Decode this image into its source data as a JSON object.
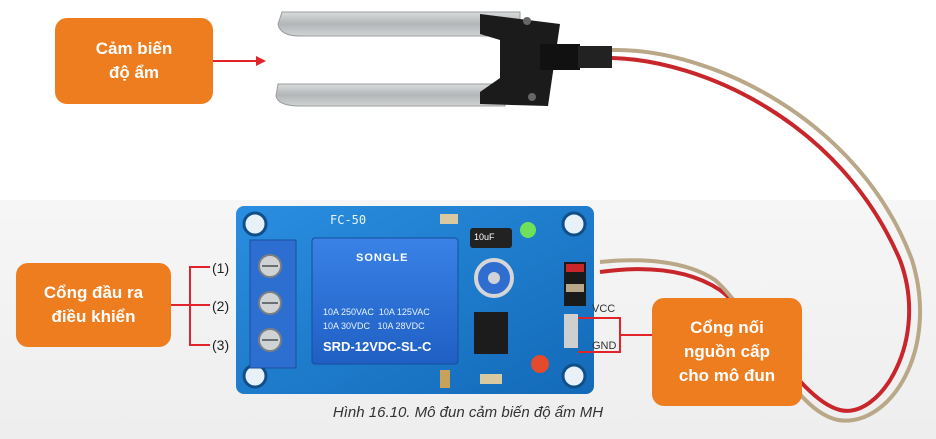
{
  "callouts": {
    "sensor": "Cảm biến\nđộ ẩm",
    "output_port": "Cổng đầu ra\nđiều khiển",
    "power_port": "Cổng nối\nnguồn cấp\ncho mô đun"
  },
  "pins": [
    "(1)",
    "(2)",
    "(3)"
  ],
  "wire_labels": {
    "vcc": "VCC",
    "gnd": "GND"
  },
  "board": {
    "model": "FC-50",
    "relay_brand": "SONGLE",
    "relay_line1": "10A 250VAC  10A 125VAC",
    "relay_line2": "10A 30VDC   10A 28VDC",
    "relay_part": "SRD-12VDC-SL-C",
    "cap_label": "10uF"
  },
  "caption": "Hình 16.10. Mô đun cảm biến độ ẩm MH",
  "colors": {
    "callout": "#ee7d1f",
    "pcb": "#1f7fd0",
    "relay": "#2b6fd6",
    "probe": "#bfc2c4",
    "probe_board": "#1a1a1a"
  }
}
